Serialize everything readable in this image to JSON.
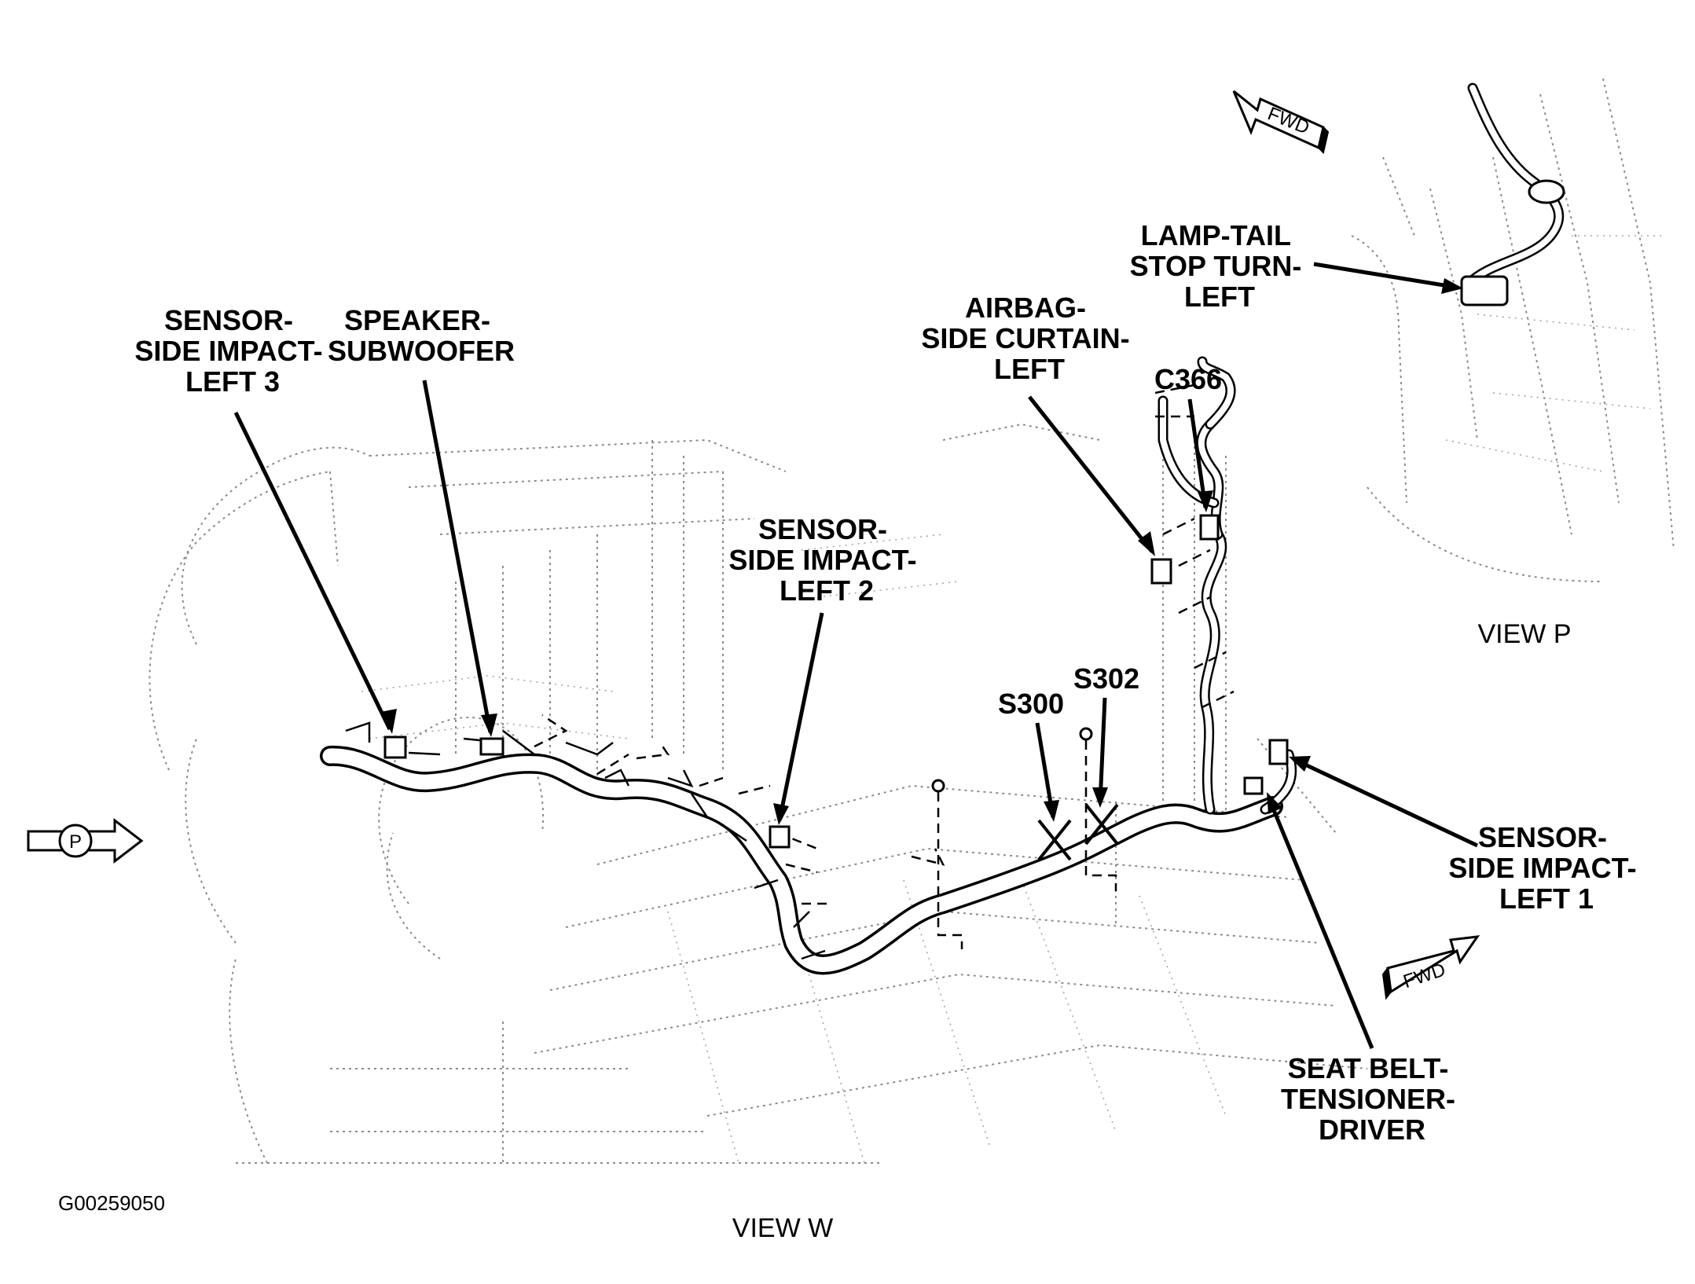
{
  "labels": {
    "sensor_left3": [
      "SENSOR-",
      "SIDE IMPACT-",
      "LEFT 3"
    ],
    "speaker": [
      "SPEAKER-",
      "SUBWOOFER"
    ],
    "sensor_left2": [
      "SENSOR-",
      "SIDE IMPACT-",
      "LEFT 2"
    ],
    "airbag": [
      "AIRBAG-",
      "SIDE CURTAIN-",
      "LEFT"
    ],
    "c366": "C366",
    "lamp": [
      "LAMP-TAIL",
      "STOP TURN-",
      "LEFT"
    ],
    "s300": "S300",
    "s302": "S302",
    "sensor_left1": [
      "SENSOR-",
      "SIDE IMPACT-",
      "LEFT 1"
    ],
    "seatbelt": [
      "SEAT BELT-",
      "TENSIONER-",
      "DRIVER"
    ]
  },
  "views": {
    "view_p": "VIEW P",
    "view_w": "VIEW W",
    "view_marker": "P"
  },
  "fwd_label": "FWD",
  "figure_code": "G00259050",
  "icons": {
    "fwd_arrow_top": "fwd-arrow-icon",
    "fwd_arrow_bottom": "fwd-arrow-icon",
    "view_p_arrow": "view-p-arrow-icon"
  },
  "colors": {
    "ink": "#000000",
    "background_line": "#8c8c8c"
  }
}
